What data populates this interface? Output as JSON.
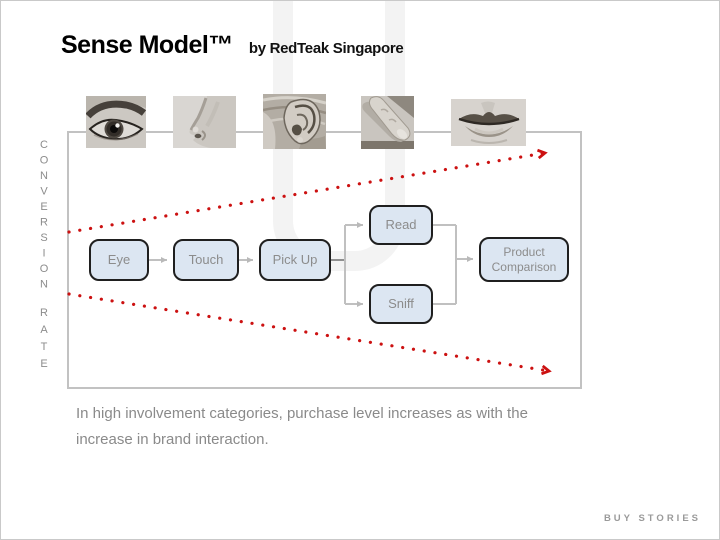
{
  "slide": {
    "title": "Sense Model™",
    "subtitle": "by RedTeak Singapore",
    "watermark_letter": "U",
    "caption": "In high involvement categories, purchase level increases as with the increase in brand interaction.",
    "footer_brand": "BUY STORIES"
  },
  "axis": {
    "vertical_label_word1": "CONVERSION",
    "vertical_label_word2": "RATE"
  },
  "senses": {
    "icons": [
      "eye-photo",
      "nose-photo",
      "ear-photo",
      "finger-photo",
      "lips-photo"
    ]
  },
  "flow": {
    "boxes": [
      {
        "label": "Eye"
      },
      {
        "label": "Touch"
      },
      {
        "label": "Pick Up"
      },
      {
        "label": "Read"
      },
      {
        "label": "Sniff"
      },
      {
        "label": "Product Comparison"
      }
    ]
  },
  "colors": {
    "box_fill": "#dce6f2",
    "box_border": "#1f1f1f",
    "box_text": "#8c8c8c",
    "connector_gray": "#c0c0c0",
    "dotted_arrow_red": "#cc1111",
    "frame_border": "#c2c2c2",
    "muted_text": "#8a8a8a",
    "watermark": "#f3f3f3"
  }
}
